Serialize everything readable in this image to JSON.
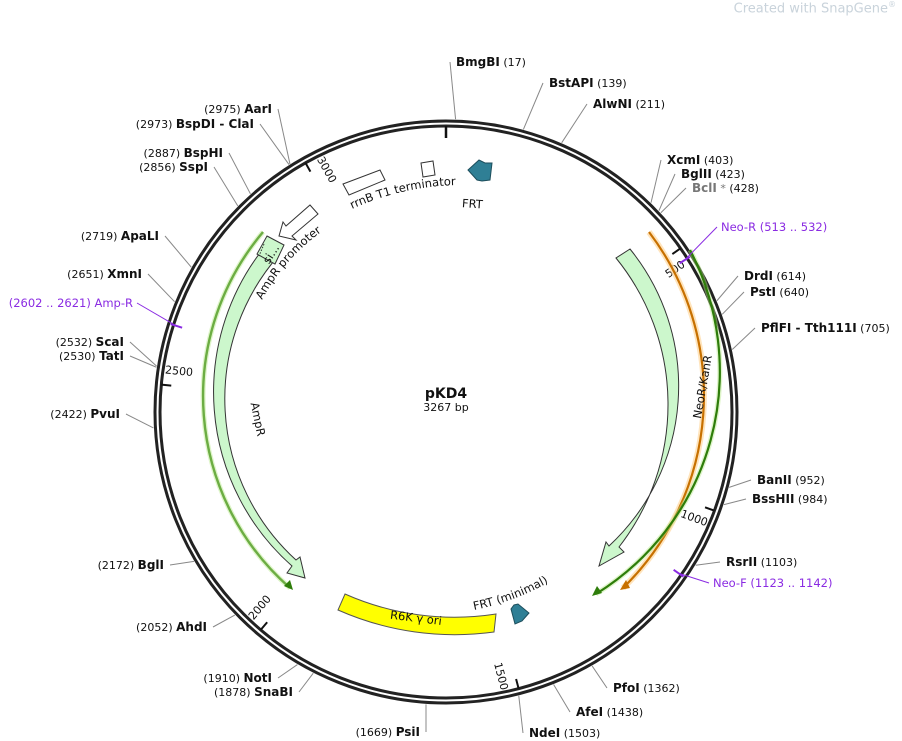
{
  "credit": {
    "prefix": "Created with ",
    "brand": "SnapGene",
    "mark": "®"
  },
  "plasmid": {
    "name": "pKD4",
    "size_label": "3267 bp",
    "length": 3267
  },
  "colors": {
    "backbone": "#222222",
    "feature_fill": "#ccf7cc",
    "feature_stroke": "#333333",
    "frt": "#2f7f95",
    "ori": "#ffff00",
    "primer": "#8a2be2",
    "orf_green": "#2e7d0a",
    "orf_orange": "#c77000"
  },
  "ticks": [
    {
      "bp": 500,
      "label": "500"
    },
    {
      "bp": 1000,
      "label": "1000"
    },
    {
      "bp": 1500,
      "label": "1500"
    },
    {
      "bp": 2000,
      "label": "2000"
    },
    {
      "bp": 2500,
      "label": "2500"
    },
    {
      "bp": 3000,
      "label": "3000"
    }
  ],
  "sites": [
    {
      "id": "bmgbi",
      "name": "BmgBI",
      "pos": "(17)",
      "bp": 17
    },
    {
      "id": "bstapi",
      "name": "BstAPI",
      "pos": "(139)",
      "bp": 139
    },
    {
      "id": "alwni",
      "name": "AlwNI",
      "pos": "(211)",
      "bp": 211
    },
    {
      "id": "xcmi",
      "name": "XcmI",
      "pos": "(403)",
      "bp": 403
    },
    {
      "id": "bglii",
      "name": "BglII",
      "pos": "(423)",
      "bp": 423
    },
    {
      "id": "bcli",
      "name": "BclI",
      "star": "*",
      "pos": "(428)",
      "bp": 428,
      "gray": true
    },
    {
      "id": "drdi",
      "name": "DrdI",
      "pos": "(614)",
      "bp": 614
    },
    {
      "id": "psti",
      "name": "PstI",
      "pos": "(640)",
      "bp": 640
    },
    {
      "id": "pflfi",
      "name": "PflFI  -  Tth111I",
      "pos": "(705)",
      "bp": 705
    },
    {
      "id": "banii",
      "name": "BanII",
      "pos": "(952)",
      "bp": 952
    },
    {
      "id": "bsshii",
      "name": "BssHII",
      "pos": "(984)",
      "bp": 984
    },
    {
      "id": "rsrii",
      "name": "RsrII",
      "pos": "(1103)",
      "bp": 1103
    },
    {
      "id": "pfoi",
      "name": "PfoI",
      "pos": "(1362)",
      "bp": 1362
    },
    {
      "id": "afei",
      "name": "AfeI",
      "pos": "(1438)",
      "bp": 1438
    },
    {
      "id": "ndei",
      "name": "NdeI",
      "pos": "(1503)",
      "bp": 1503
    },
    {
      "id": "psii",
      "name": "PsiI",
      "pos": "(1669)",
      "bp": 1669
    },
    {
      "id": "snabi",
      "name": "SnaBI",
      "pos": "(1878)",
      "bp": 1878
    },
    {
      "id": "noti",
      "name": "NotI",
      "pos": "(1910)",
      "bp": 1910
    },
    {
      "id": "ahdi",
      "name": "AhdI",
      "pos": "(2052)",
      "bp": 2052
    },
    {
      "id": "bgli",
      "name": "BglI",
      "pos": "(2172)",
      "bp": 2172
    },
    {
      "id": "pvui",
      "name": "PvuI",
      "pos": "(2422)",
      "bp": 2422
    },
    {
      "id": "tati",
      "name": "TatI",
      "pos": "(2530)",
      "bp": 2530
    },
    {
      "id": "scai",
      "name": "ScaI",
      "pos": "(2532)",
      "bp": 2532
    },
    {
      "id": "xmni",
      "name": "XmnI",
      "pos": "(2651)",
      "bp": 2651
    },
    {
      "id": "apali",
      "name": "ApaLI",
      "pos": "(2719)",
      "bp": 2719
    },
    {
      "id": "sspi",
      "name": "SspI",
      "pos": "(2856)",
      "bp": 2856
    },
    {
      "id": "bsphi",
      "name": "BspHI",
      "pos": "(2887)",
      "bp": 2887
    },
    {
      "id": "bspdi",
      "name": "BspDI  -  ClaI",
      "pos": "(2973)",
      "bp": 2973
    },
    {
      "id": "aari",
      "name": "AarI",
      "pos": "(2975)",
      "bp": 2975
    }
  ],
  "primers": [
    {
      "id": "neo-r",
      "name": "Neo-R",
      "pos": "(513 .. 532)",
      "bp": 522
    },
    {
      "id": "neo-f",
      "name": "Neo-F",
      "pos": "(1123 .. 1142)",
      "bp": 1132
    },
    {
      "id": "amp-r",
      "name": "Amp-R",
      "pos": "(2602 .. 2621)",
      "bp": 2611
    }
  ],
  "features": [
    {
      "id": "rrnb",
      "label": "rrnB T1 terminator",
      "type": "terminator"
    },
    {
      "id": "frt1",
      "label": "FRT",
      "type": "frt"
    },
    {
      "id": "ampr-promoter",
      "label": "AmpR promoter",
      "type": "promoter"
    },
    {
      "id": "signal",
      "label": "si...",
      "type": "signal"
    },
    {
      "id": "ampr",
      "label": "AmpR",
      "type": "cds"
    },
    {
      "id": "neor",
      "label": "NeoR/KanR",
      "type": "cds"
    },
    {
      "id": "r6k",
      "label": "R6K γ ori",
      "type": "ori"
    },
    {
      "id": "frt2",
      "label": "FRT (minimal)",
      "type": "frt"
    }
  ]
}
